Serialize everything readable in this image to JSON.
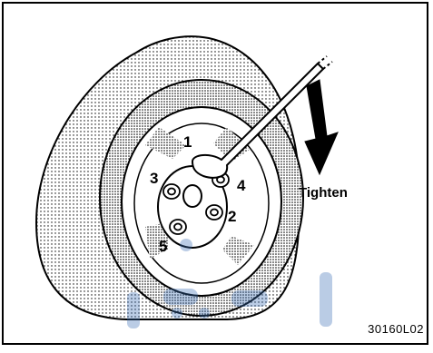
{
  "diagram": {
    "nut_labels": {
      "n1": "1",
      "n2": "2",
      "n3": "3",
      "n4": "4",
      "n5": "5"
    },
    "direction_label": "Tighten",
    "figure_code": "30160L02"
  },
  "colors": {
    "line": "#000000",
    "background": "#ffffff",
    "watermark": "#3b6fb6"
  }
}
